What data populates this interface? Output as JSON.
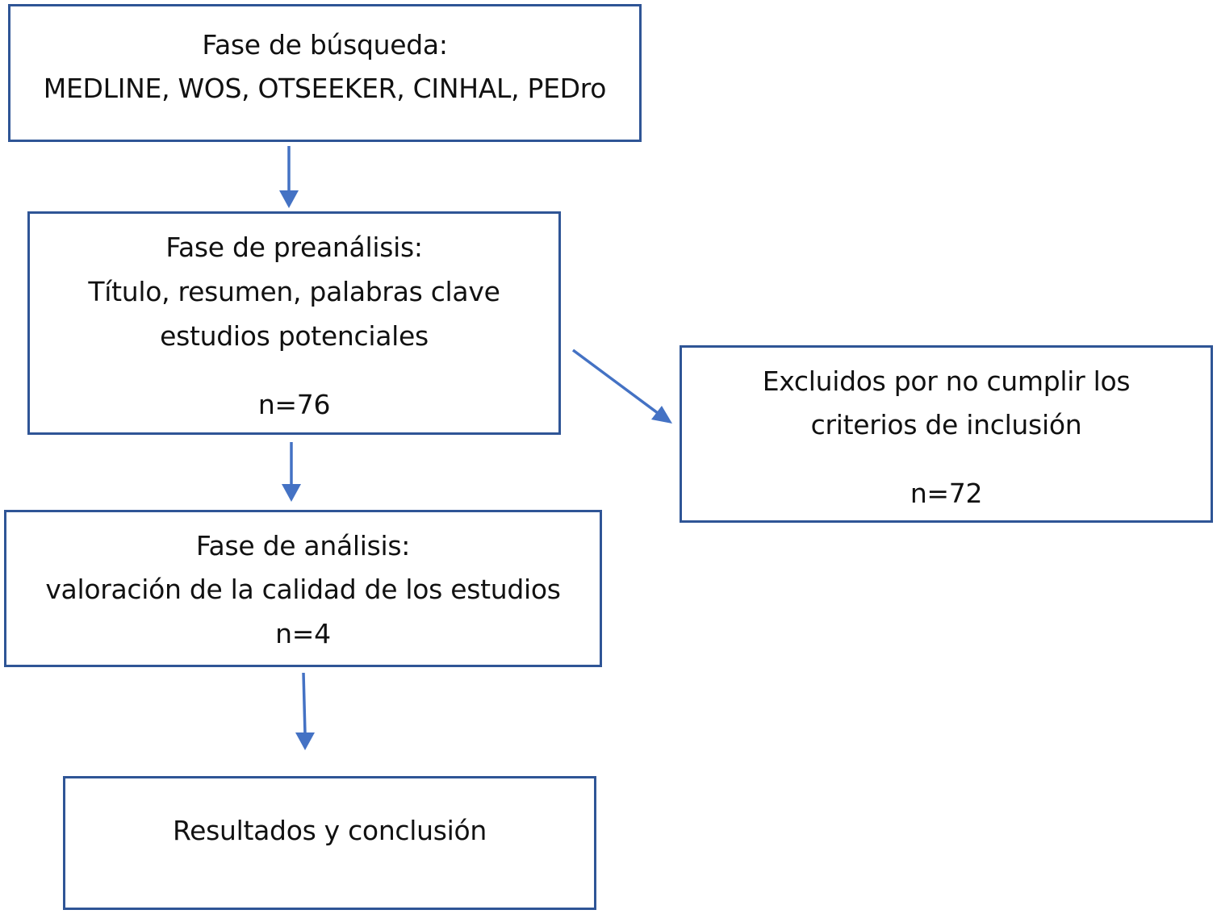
{
  "colors": {
    "box_border": "#2f5596",
    "arrow": "#4472c4",
    "text": "#111111"
  },
  "boxes": {
    "search": {
      "title": "Fase de búsqueda:",
      "databases": "MEDLINE, WOS, OTSEEKER, CINHAL, PEDro"
    },
    "preanalysis": {
      "title": "Fase de preanálisis:",
      "line1": "Título, resumen, palabras clave",
      "line2": "estudios potenciales",
      "count": "n=76"
    },
    "excluded": {
      "line1": "Excluidos por no cumplir los",
      "line2": "criterios de inclusión",
      "count": "n=72"
    },
    "analysis": {
      "title": "Fase de análisis:",
      "line1": "valoración de la calidad de los estudios",
      "count": "n=4"
    },
    "results": {
      "title": "Resultados y conclusión"
    }
  },
  "connectors": [
    {
      "from": "search",
      "to": "preanalysis"
    },
    {
      "from": "preanalysis",
      "to": "excluded"
    },
    {
      "from": "preanalysis",
      "to": "analysis"
    },
    {
      "from": "analysis",
      "to": "results"
    }
  ]
}
